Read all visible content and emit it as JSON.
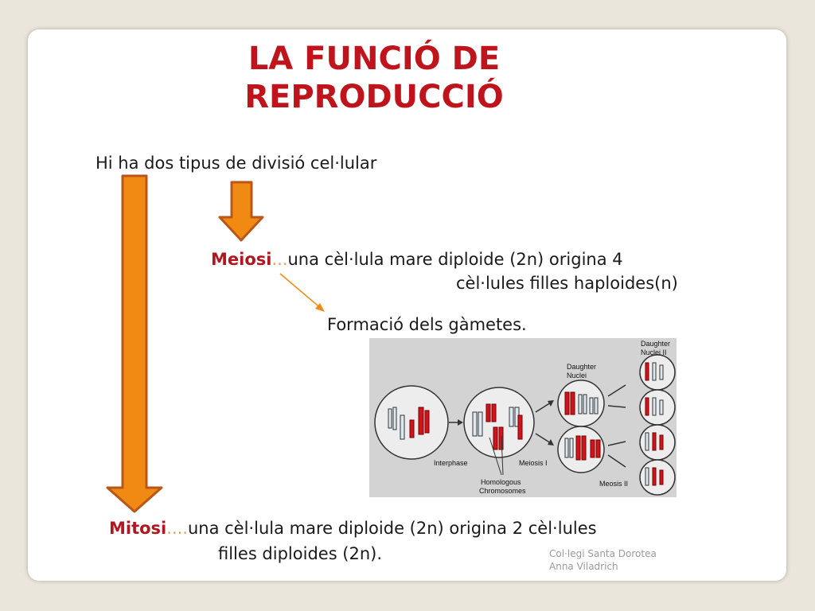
{
  "title": {
    "line1": "LA FUNCIÓ DE",
    "line2": "REPRODUCCIÓ"
  },
  "intro": "Hi ha dos tipus de divisió cel·lular",
  "meiosi": {
    "term": "Meiosi",
    "dots": "...",
    "text_line1": "una cèl·lula mare diploide (2n) origina 4",
    "text_line2": "cèl·lules filles haploides(n)",
    "consequence": "Formació dels gàmetes."
  },
  "mitosi": {
    "term": "Mitosi",
    "dots": "....",
    "text_line1": "una cèl·lula mare diploide (2n) origina 2 cèl·lules",
    "text_line2": "filles diploides (2n)."
  },
  "diagram": {
    "labels": {
      "interphase": "Interphase",
      "meiosis1": "Meiosis I",
      "homologous_line1": "Homologous",
      "homologous_line2": "Chromosomes",
      "daughter_nuclei_line1": "Daughter",
      "daughter_nuclei_line2": "Nuclei",
      "daughter_nuclei2_line1": "Daughter",
      "daughter_nuclei2_line2": "Nuclei II",
      "meiosis2": "Meosis II"
    }
  },
  "footer": {
    "line1": "Col·legi Santa Dorotea",
    "line2": "Anna Viladrich"
  },
  "colors": {
    "title": "#c0141c",
    "arrow_fill": "#f08a12",
    "arrow_stroke": "#b9561a",
    "chromosome_red": "#d0141c",
    "chromosome_blue": "#dce9f2",
    "diagram_bg": "#d3d3d3"
  }
}
